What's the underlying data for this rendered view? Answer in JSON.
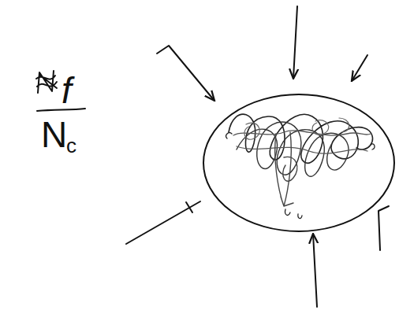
{
  "diagram": {
    "labels": [
      "f",
      "N",
      "c"
    ]
  }
}
